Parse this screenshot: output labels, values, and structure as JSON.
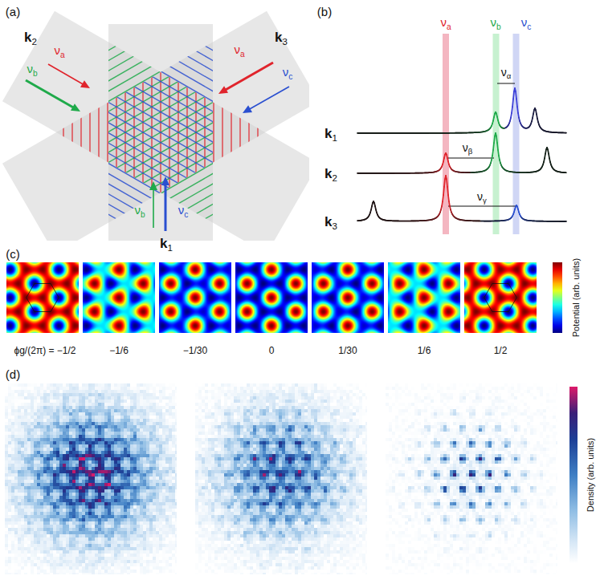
{
  "diagram": {
    "labels": [
      "(a)",
      "k2",
      "νa",
      "νb",
      "νa",
      "k3",
      "νc",
      "νb",
      "νc",
      "k1",
      "(b)",
      "νa",
      "νb",
      "νc",
      "να",
      "k1",
      "νβ",
      "k2",
      "νγ",
      "k3",
      "(c)",
      "Potential (arb. units)",
      "ϕg/(2π) = −1/2",
      "−1/6",
      "−1/30",
      "0",
      "1/30",
      "1/6",
      "1/2",
      "(d)",
      "Density (arb. units)"
    ]
  }
}
